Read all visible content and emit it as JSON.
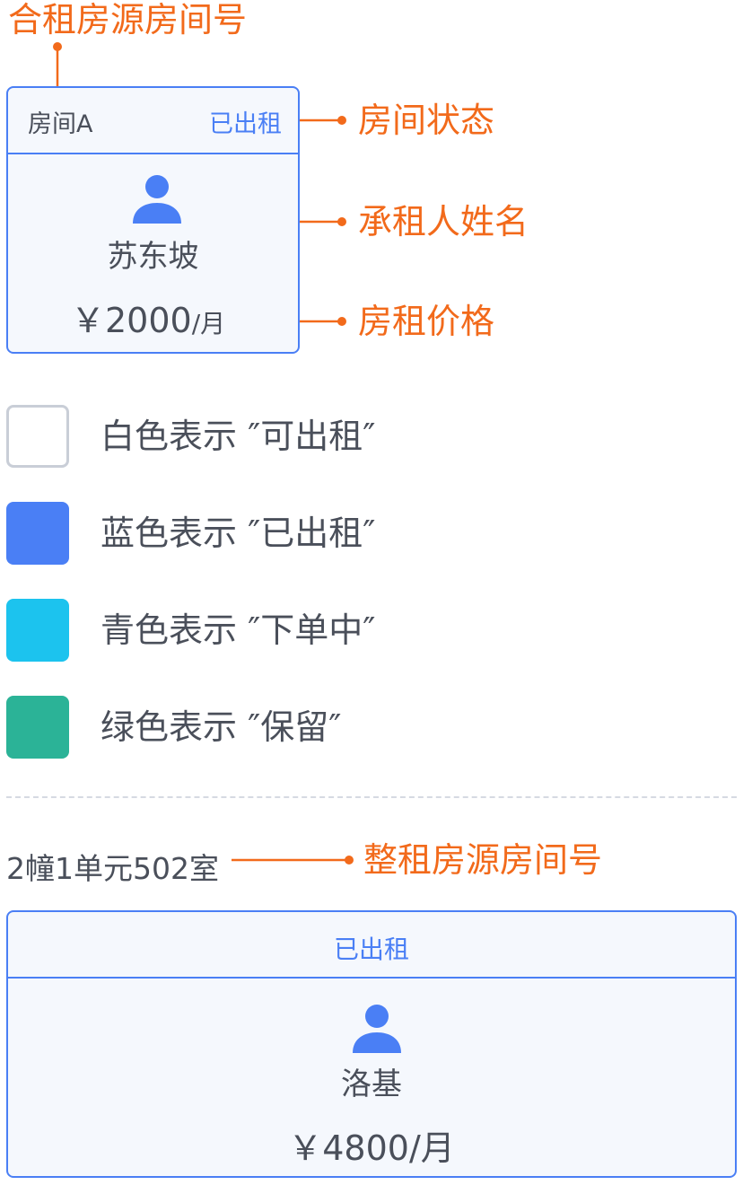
{
  "annotations": {
    "shared_room_number": "合租房源房间号",
    "room_status": "房间状态",
    "tenant_name": "承租人姓名",
    "room_price": "房租价格",
    "whole_room_number": "整租房源房间号"
  },
  "shared_card": {
    "room_label": "房间A",
    "status": "已出租",
    "tenant": "苏东坡",
    "price": "￥2000",
    "unit": "/月"
  },
  "legend": [
    {
      "text": "白色表示 ″可出租″",
      "color": "#ffffff",
      "border": "#c9ced7"
    },
    {
      "text": "蓝色表示 ″已出租″",
      "color": "#4a7ff5"
    },
    {
      "text": "青色表示 ″下单中″",
      "color": "#1cc3ee"
    },
    {
      "text": "绿色表示 ″保留″",
      "color": "#2bb397"
    }
  ],
  "whole_room": {
    "address": "2幢1单元502室",
    "status": "已出租",
    "tenant": "洛基",
    "price": "￥4800",
    "unit": "/月"
  },
  "colors": {
    "annotation": "#f26a1b",
    "accent": "#4a7ff5",
    "text": "#4a4f5a"
  }
}
